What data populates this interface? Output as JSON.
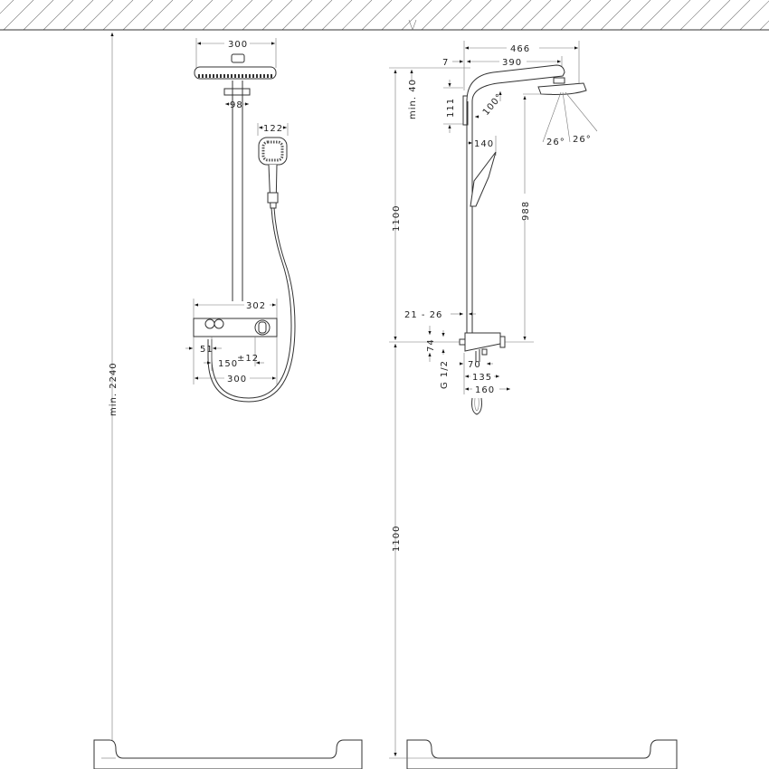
{
  "labels": {
    "total_height": "min. 2240",
    "head_width": "300",
    "bracket_width": "98",
    "handshower_width": "122",
    "thermostat_width": "302",
    "inlet_offset": "51",
    "inlet_spacing": "150",
    "inlet_tolerance": "±12",
    "base_width": "300",
    "projection_total": "466",
    "wall_gap": "7",
    "arm_reach": "390",
    "min_40": "min. 40",
    "bracket_height": "111",
    "angle": "100°",
    "spray_angle_1": "26°",
    "spray_angle_2": "26°",
    "handshower_reach": "140",
    "head_height": "988",
    "upper_height": "1100",
    "lower_height": "1100",
    "wall_distance": "21 - 26",
    "thermostat_height": "74",
    "thread": "G 1/2",
    "depth_70": "70",
    "depth_135": "135",
    "depth_160": "160"
  }
}
